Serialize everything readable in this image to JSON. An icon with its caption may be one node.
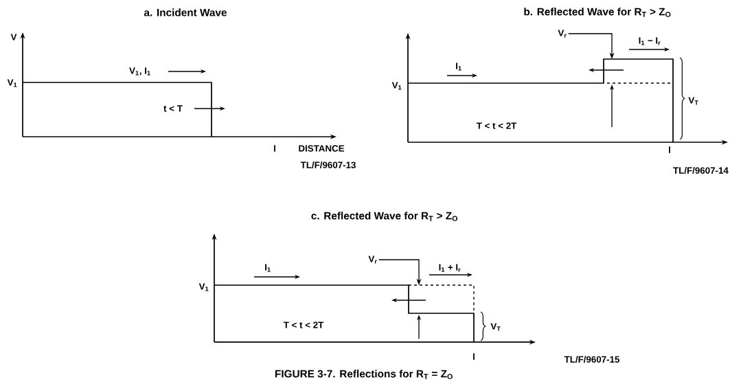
{
  "diagram": {
    "caption": "FIGURE 3-7. Reflections for R$_{T}$ = Z$_{O}$",
    "nodes": [
      {
        "text": [
          "V$_{r}$"
        ]
      },
      {
        "text": [],
        "shape": "line"
      },
      {
        "text": [
          "V$_{r}$"
        ]
      },
      {
        "text": [],
        "shape": "line"
      }
    ],
    "edges": [
      {
        "from": 0,
        "to": 1,
        "arrow": "to"
      },
      {
        "from": 2,
        "to": 3,
        "arrow": "to"
      }
    ],
    "labels": [
      "a. Incident Wave",
      "b. Reflected Wave for R$_{T}$ > Z$_{O}$",
      "V",
      "V$_{1}$",
      "V$_{1}$, I$_{1}$",
      "t < T",
      "l",
      "DISTANCE",
      "TL/F/9607-13",
      "I$_{1}$ − I$_{r}$",
      "I$_{1}$",
      "V$_{1}$",
      "V$_{T}$",
      "T < t < 2T",
      "l",
      "TL/F/9607-14",
      "c. Reflected Wave for R$_{T}$ > Z$_{O}$",
      "I$_{1}$ + I$_{r}$",
      "I$_{1}$",
      "V$_{1}$",
      "V$_{T}$",
      "T < t < 2T",
      "l",
      "TL/F/9607-15"
    ]
  }
}
